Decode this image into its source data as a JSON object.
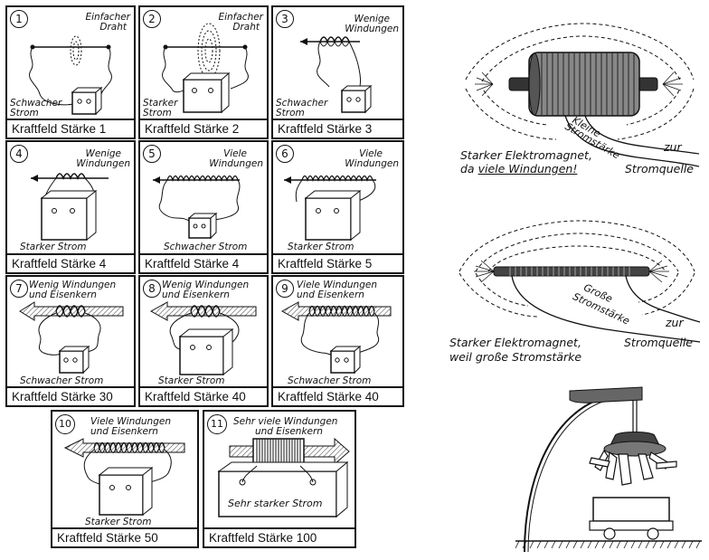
{
  "panels": [
    {
      "num": "1",
      "text_a": "Einfacher",
      "text_b": "Draht",
      "text_c": "Schwacher",
      "text_d": "Strom",
      "caption": "Kraftfeld Stärke 1"
    },
    {
      "num": "2",
      "text_a": "Einfacher",
      "text_b": "Draht",
      "text_c": "Starker",
      "text_d": "Strom",
      "caption": "Kraftfeld Stärke 2"
    },
    {
      "num": "3",
      "text_a": "Wenige",
      "text_b": "Windungen",
      "text_c": "Schwacher",
      "text_d": "Strom",
      "caption": "Kraftfeld Stärke 3"
    },
    {
      "num": "4",
      "text_a": "Wenige",
      "text_b": "Windungen",
      "text_c": "Starker Strom",
      "caption": "Kraftfeld Stärke 4"
    },
    {
      "num": "5",
      "text_a": "Viele",
      "text_b": "Windungen",
      "text_c": "Schwacher Strom",
      "caption": "Kraftfeld Stärke 4"
    },
    {
      "num": "6",
      "text_a": "Viele",
      "text_b": "Windungen",
      "text_c": "Starker Strom",
      "caption": "Kraftfeld Stärke 5"
    },
    {
      "num": "7",
      "text_a": "Wenig Windungen",
      "text_b": "und Eisenkern",
      "text_c": "Schwacher Strom",
      "caption": "Kraftfeld Stärke 30"
    },
    {
      "num": "8",
      "text_a": "Wenig Windungen",
      "text_b": "und Eisenkern",
      "text_c": "Starker Strom",
      "caption": "Kraftfeld Stärke 40"
    },
    {
      "num": "9",
      "text_a": "Viele Windungen",
      "text_b": "und Eisenkern",
      "text_c": "Schwacher Strom",
      "caption": "Kraftfeld Stärke 40"
    },
    {
      "num": "10",
      "text_a": "Viele Windungen",
      "text_b": "und Eisenkern",
      "text_c": "Starker Strom",
      "caption": "Kraftfeld Stärke 50"
    },
    {
      "num": "11",
      "text_a": "Sehr viele Windungen",
      "text_b": "und Eisenkern",
      "text_c": "Sehr starker Strom",
      "caption": "Kraftfeld Stärke 100"
    }
  ],
  "right": {
    "top": {
      "wire_a": "Kleine",
      "wire_b": "Stromstärke",
      "zur": "zur",
      "quelle": "Stromquelle",
      "cap_1": "Starker Elektromagnet,",
      "cap_2a": "da ",
      "cap_2b": "viele Windungen!"
    },
    "mid": {
      "wire_a": "Große",
      "wire_b": "Stromstärke",
      "zur": "zur",
      "quelle": "Stromquelle",
      "cap_1": "Starker Elektromagnet,",
      "cap_2": "weil große Stromstärke"
    }
  }
}
